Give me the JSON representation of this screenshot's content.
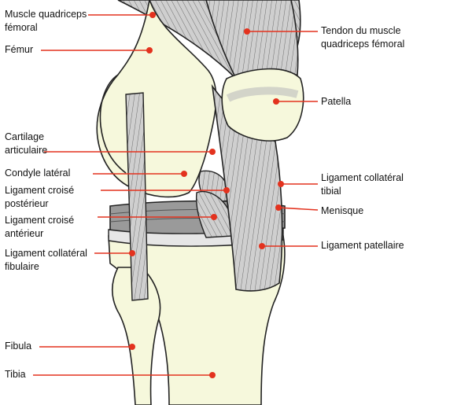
{
  "labels": {
    "quadriceps": "Muscle quadriceps\nfémoral",
    "femur": "Fémur",
    "cartilage": "Cartilage\narticulaire",
    "condyle": "Condyle latéral",
    "posterior_cruciate": "Ligament croisé\npostérieur",
    "anterior_cruciate": "Ligament croisé\nantérieur",
    "fibular_collateral": "Ligament collatéral\nfibulaire",
    "fibula": "Fibula",
    "tibia": "Tibia",
    "quadriceps_tendon": "Tendon du muscle\nquadriceps fémoral",
    "patella": "Patella",
    "tibial_collateral": "Ligament collatéral\ntibial",
    "meniscus": "Menisque",
    "patellar_ligament": "Ligament patellaire"
  },
  "colors": {
    "bone": "#f6f8dc",
    "ligament": "#c9c9c9",
    "meniscus": "#9a9a9a",
    "leader": "#e3321e",
    "outline": "#222222"
  }
}
